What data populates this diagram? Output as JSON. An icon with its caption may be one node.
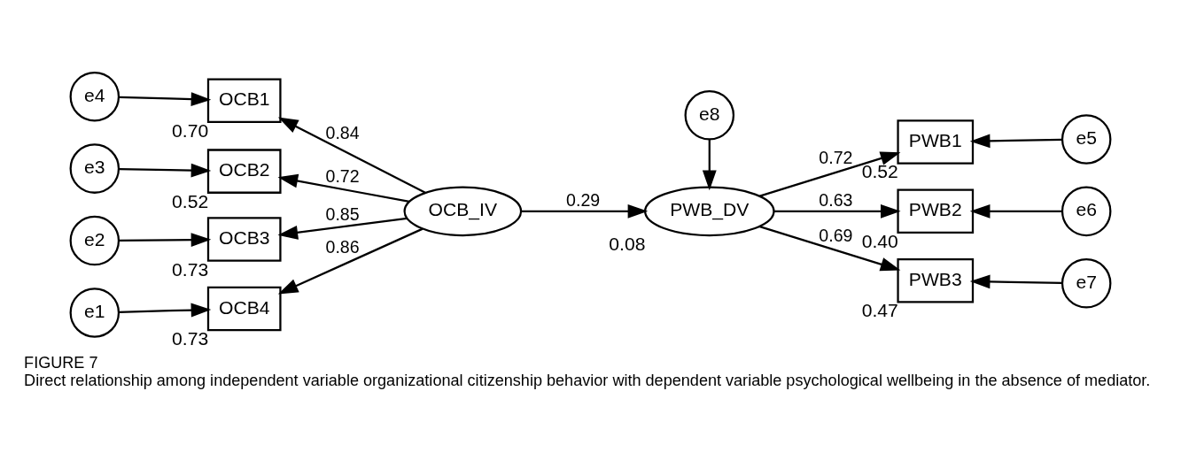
{
  "diagram": {
    "title": "FIGURE 7",
    "caption": "Direct relationship among independent variable organizational citizenship behavior with dependent variable psychological wellbeing in the absence of mediator.",
    "nodes": [
      {
        "text": [
          "e4"
        ]
      },
      {
        "text": [
          "e3"
        ]
      },
      {
        "text": [
          "e2"
        ]
      },
      {
        "text": [
          "e1"
        ]
      },
      {
        "text": [
          "OCB1"
        ],
        "beside": [
          "0.70"
        ]
      },
      {
        "text": [
          "OCB2"
        ],
        "beside": [
          "0.52"
        ]
      },
      {
        "text": [
          "OCB3"
        ],
        "beside": [
          "0.73"
        ]
      },
      {
        "text": [
          "OCB4"
        ],
        "beside": [
          "0.73"
        ]
      },
      {
        "text": [
          "OCB_IV"
        ]
      },
      {
        "text": [
          "e8"
        ]
      },
      {
        "text": [
          "PWB_DV"
        ],
        "beside": [
          "0.08"
        ]
      },
      {
        "text": [
          "PWB1"
        ],
        "beside": [
          "0.52"
        ]
      },
      {
        "text": [
          "PWB2"
        ],
        "beside": [
          "0.40"
        ]
      },
      {
        "text": [
          "PWB3"
        ],
        "beside": [
          "0.47"
        ]
      },
      {
        "text": [
          "e5"
        ]
      },
      {
        "text": [
          "e6"
        ]
      },
      {
        "text": [
          "e7"
        ]
      }
    ],
    "edges": [
      {
        "from": 0,
        "to": 4,
        "arrow": "to"
      },
      {
        "from": 1,
        "to": 5,
        "arrow": "to"
      },
      {
        "from": 2,
        "to": 6,
        "arrow": "to"
      },
      {
        "from": 3,
        "to": 7,
        "arrow": "to"
      },
      {
        "from": 8,
        "to": 4,
        "arrow": "to",
        "label": "0.84"
      },
      {
        "from": 8,
        "to": 5,
        "arrow": "to",
        "label": "0.72"
      },
      {
        "from": 8,
        "to": 6,
        "arrow": "to",
        "label": "0.85"
      },
      {
        "from": 8,
        "to": 7,
        "arrow": "to",
        "label": "0.86"
      },
      {
        "from": 8,
        "to": 10,
        "arrow": "to",
        "label": "0.29"
      },
      {
        "from": 9,
        "to": 10,
        "arrow": "to"
      },
      {
        "from": 10,
        "to": 11,
        "arrow": "to",
        "label": "0.72"
      },
      {
        "from": 10,
        "to": 12,
        "arrow": "to",
        "label": "0.63"
      },
      {
        "from": 10,
        "to": 13,
        "arrow": "to",
        "label": "0.69"
      },
      {
        "from": 14,
        "to": 11,
        "arrow": "to"
      },
      {
        "from": 15,
        "to": 12,
        "arrow": "to"
      },
      {
        "from": 16,
        "to": 13,
        "arrow": "to"
      }
    ]
  }
}
